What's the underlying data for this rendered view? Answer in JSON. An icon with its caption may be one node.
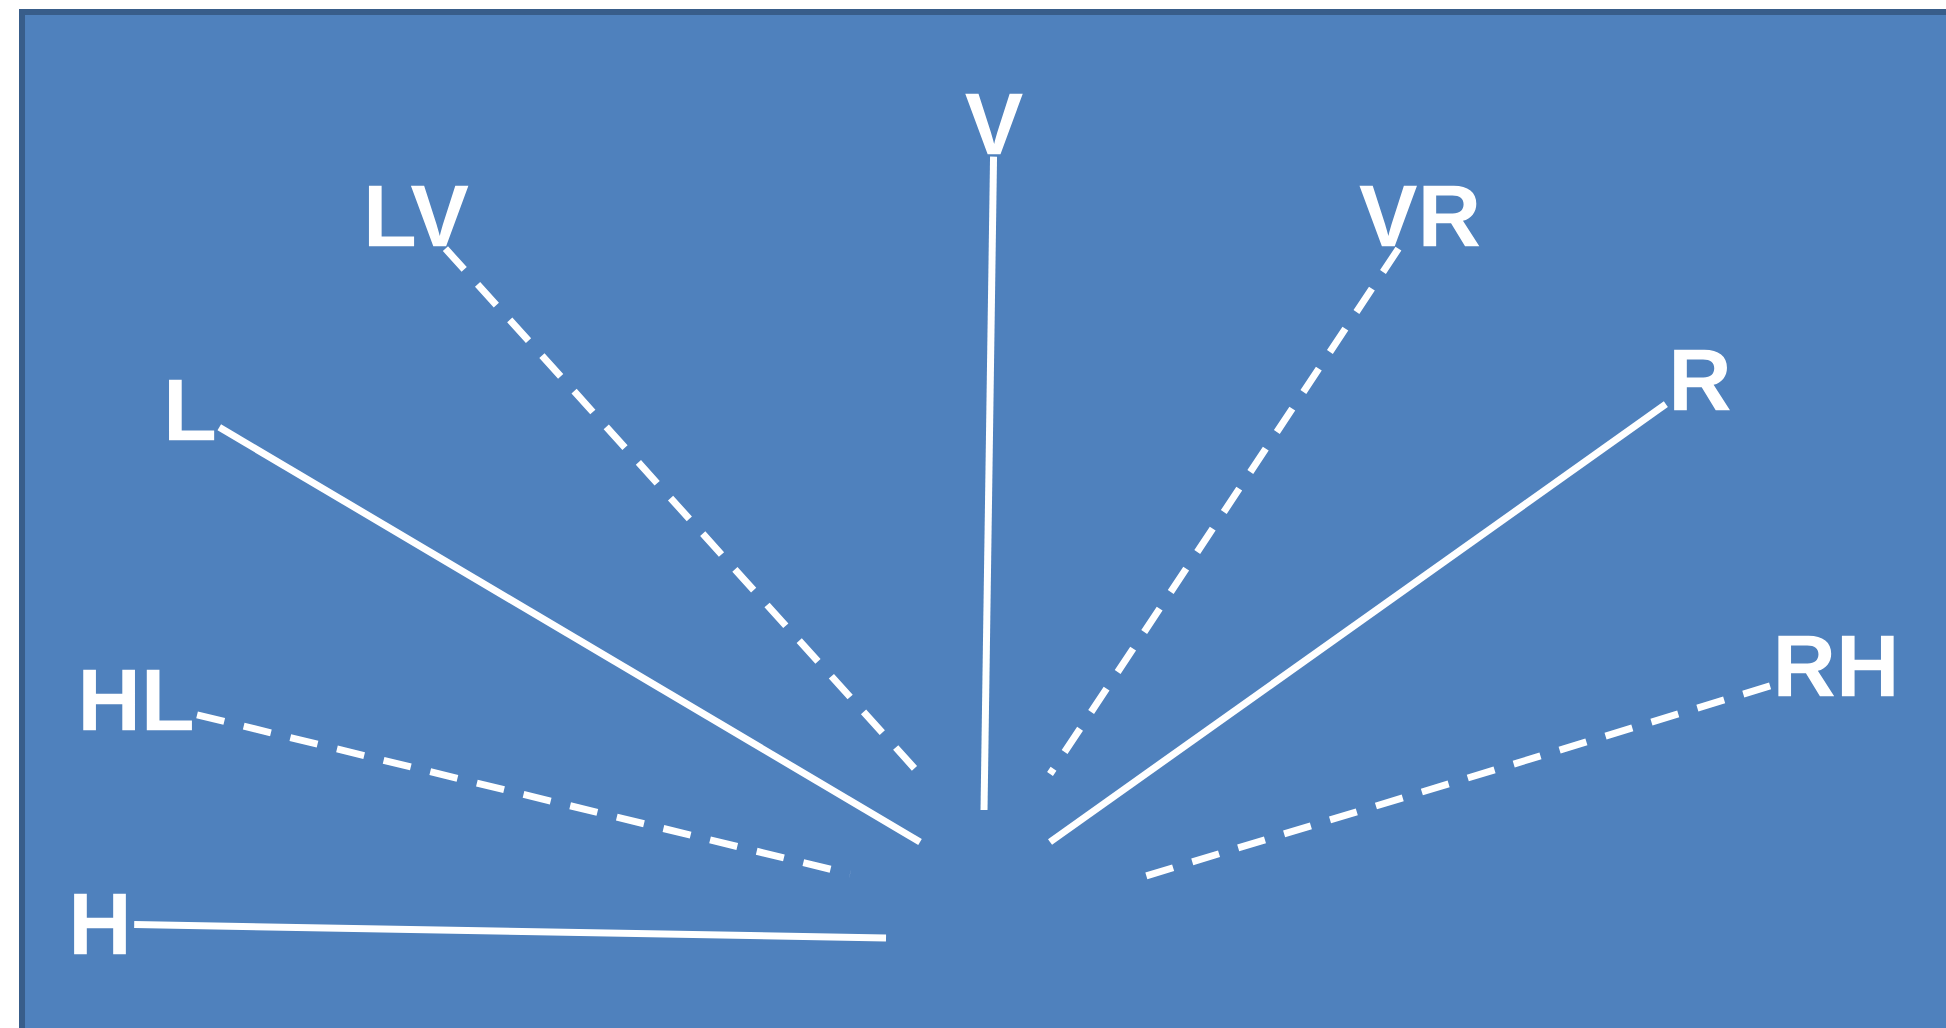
{
  "diagram": {
    "nodes": [
      {
        "text": [
          "H"
        ]
      },
      {
        "text": [
          "HL"
        ]
      },
      {
        "text": [
          "L"
        ]
      },
      {
        "text": [
          "LV"
        ]
      },
      {
        "text": [
          "V"
        ]
      },
      {
        "text": [
          "VR"
        ]
      },
      {
        "text": [
          "R"
        ]
      },
      {
        "text": [
          "RH"
        ]
      }
    ],
    "edges": [
      {
        "from": 0,
        "to": null,
        "arrow": "none"
      },
      {
        "from": 1,
        "to": null,
        "arrow": "none",
        "style": "dashed"
      },
      {
        "from": 2,
        "to": null,
        "arrow": "none"
      },
      {
        "from": 3,
        "to": null,
        "arrow": "none",
        "style": "dashed"
      },
      {
        "from": 4,
        "to": null,
        "arrow": "none"
      },
      {
        "from": 5,
        "to": null,
        "arrow": "none",
        "style": "dashed"
      },
      {
        "from": 6,
        "to": null,
        "arrow": "none"
      },
      {
        "from": 7,
        "to": null,
        "arrow": "none",
        "style": "dashed"
      }
    ]
  }
}
